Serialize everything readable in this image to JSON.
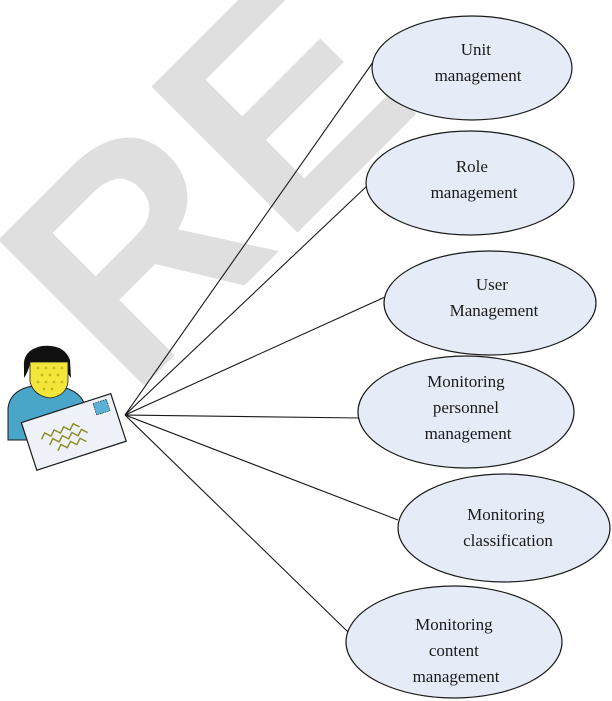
{
  "watermark": {
    "text": "RE"
  },
  "actor": {
    "icon": "user-with-letter-icon"
  },
  "use_cases": [
    {
      "lines": [
        "Unit",
        "management"
      ]
    },
    {
      "lines": [
        "Role",
        "management"
      ]
    },
    {
      "lines": [
        "User",
        "Management"
      ]
    },
    {
      "lines": [
        "Monitoring",
        "personnel",
        "management"
      ]
    },
    {
      "lines": [
        "Monitoring",
        "classification"
      ]
    },
    {
      "lines": [
        "Monitoring",
        "content",
        "management"
      ]
    }
  ],
  "colors": {
    "ellipse_fill": "#e6ecf7",
    "line": "#1a1a1a",
    "watermark": "#dcdcdc",
    "actor_shirt": "#4aa6c8",
    "actor_face": "#f3e63a",
    "actor_hair": "#111111",
    "letter": "#eef2f8",
    "stamp": "#5ab0d6",
    "squiggle": "#8a8a1e"
  }
}
